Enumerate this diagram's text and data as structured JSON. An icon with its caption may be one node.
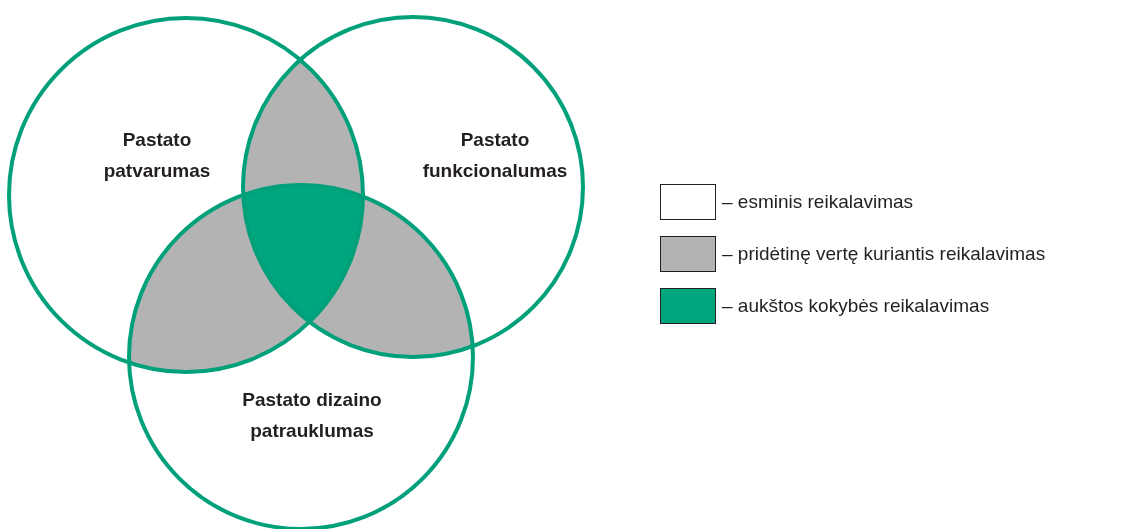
{
  "diagram": {
    "nodes": [
      {
        "text": [
          "Pastato patvarumas"
        ]
      },
      {
        "text": [
          "Pastato funkcionalumas"
        ]
      },
      {
        "text": [
          "Pastato dizaino patrauklumas"
        ]
      }
    ],
    "legend": [
      {
        "text": "– esminis reikalavimas",
        "color": "#ffffff"
      },
      {
        "text": "– pridėtinę vertę kuriantis reikalavimas",
        "color": "#b3b3b3"
      },
      {
        "text": "– aukštos kokybės reikalavimas",
        "color": "#00a77e"
      }
    ]
  }
}
